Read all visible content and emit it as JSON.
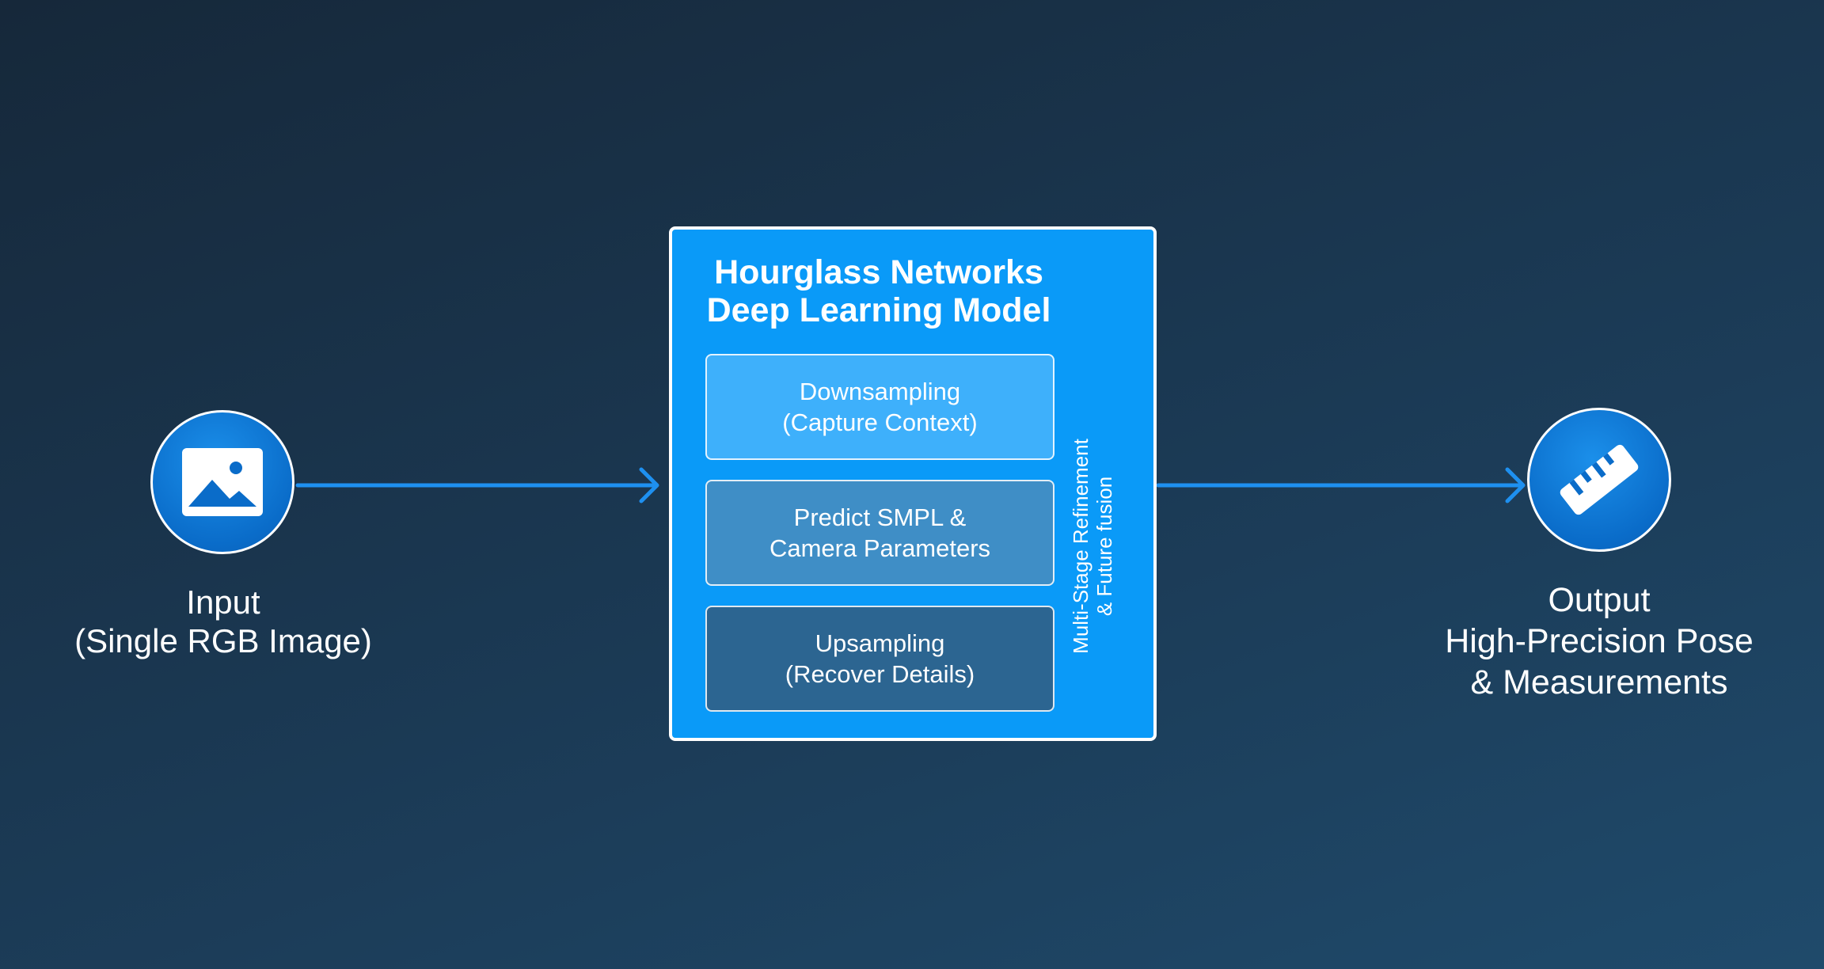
{
  "input": {
    "line1": "Input",
    "line2": "(Single RGB Image)",
    "icon": "image-icon"
  },
  "model": {
    "title_line1": "Hourglass Networks",
    "title_line2": "Deep Learning Model",
    "stages": [
      {
        "line1": "Downsampling",
        "line2": "(Capture Context)"
      },
      {
        "line1": "Predict SMPL &",
        "line2": "Camera Parameters"
      },
      {
        "line1": "Upsampling",
        "line2": "(Recover Details)"
      }
    ],
    "loop_line1": "Multi-Stage Refinement",
    "loop_line2": "& Future fusion"
  },
  "output": {
    "line1": "Output",
    "line2": "High-Precision Pose",
    "line3": "& Measurements",
    "icon": "ruler-icon"
  },
  "colors": {
    "accent": "#0a9af8",
    "arrow": "#1e90f0",
    "stage1": "#3eb0fb",
    "stage2": "#3f8ec6",
    "stage3": "#2c6591"
  }
}
